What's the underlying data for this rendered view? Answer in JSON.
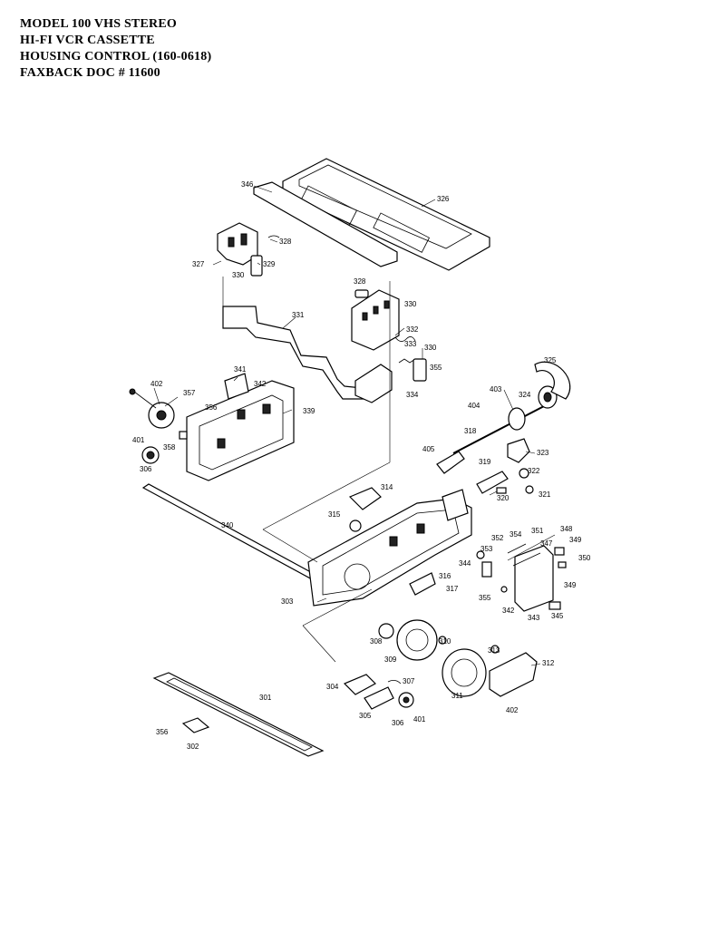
{
  "header": {
    "lines": [
      "MODEL 100 VHS STEREO",
      "HI-FI VCR CASSETTE",
      "HOUSING CONTROL  (160-0618)",
      "FAXBACK DOC # 11600"
    ]
  },
  "diagram": {
    "labels": {
      "p346": "346",
      "p326": "326",
      "p328a": "328",
      "p327": "327",
      "p330a": "330",
      "p329": "329",
      "p328b": "328",
      "p330b": "330",
      "p331": "331",
      "p332": "332",
      "p333": "333",
      "p330c": "330",
      "p355a": "355",
      "p334": "334",
      "p402a": "402",
      "p357": "357",
      "p341": "341",
      "p342a": "342",
      "p356a": "356",
      "p339": "339",
      "p401a": "401",
      "p358": "358",
      "p306a": "306",
      "p325": "325",
      "p403": "403",
      "p324": "324",
      "p404": "404",
      "p318": "318",
      "p405": "405",
      "p323": "323",
      "p319": "319",
      "p322": "322",
      "p320": "320",
      "p321": "321",
      "p314": "314",
      "p315": "315",
      "p340": "340",
      "p354": "354",
      "p351": "351",
      "p348": "348",
      "p353": "353",
      "p352": "352",
      "p347": "347",
      "p349a": "349",
      "p344": "344",
      "p350": "350",
      "p316": "316",
      "p317": "317",
      "p349b": "349",
      "p355b": "355",
      "p342b": "342",
      "p303": "303",
      "p343": "343",
      "p345": "345",
      "p308": "308",
      "p310": "310",
      "p313": "313",
      "p309": "309",
      "p312": "312",
      "p307": "307",
      "p304": "304",
      "p311": "311",
      "p305": "305",
      "p306b": "306",
      "p401b": "401",
      "p402b": "402",
      "p301": "301",
      "p356b": "356",
      "p302": "302"
    }
  }
}
